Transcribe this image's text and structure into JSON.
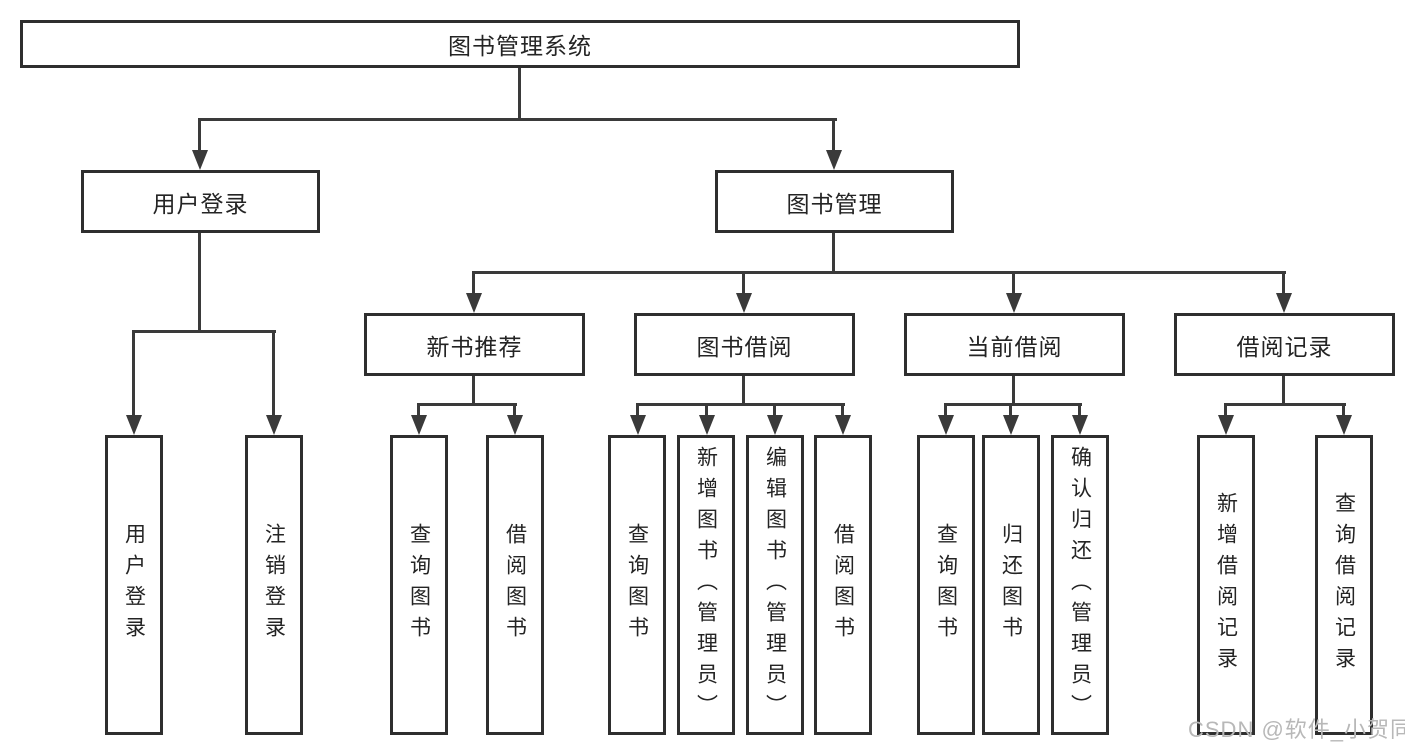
{
  "diagram": {
    "root": "图书管理系统",
    "level2": {
      "user_login": "用户登录",
      "book_management": "图书管理"
    },
    "level3": {
      "new_books": "新书推荐",
      "book_borrowing": "图书借阅",
      "current_borrowing": "当前借阅",
      "borrowing_records": "借阅记录"
    },
    "leaves": {
      "user_login": [
        "用户登录",
        "注销登录"
      ],
      "new_books": [
        "查询图书",
        "借阅图书"
      ],
      "book_borrowing": [
        "查询图书",
        "新增图书（管理员）",
        "编辑图书（管理员）",
        "借阅图书"
      ],
      "current_borrowing": [
        "查询图书",
        "归还图书",
        "确认归还（管理员）"
      ],
      "borrowing_records": [
        "新增借阅记录",
        "查询借阅记录"
      ]
    }
  },
  "watermark": {
    "text": "CSDN @软件_小贺同学"
  },
  "colors": {
    "line": "#3a3a3a",
    "box_border": "#2e2e2e",
    "text": "#242424",
    "watermark": "#b8b8b8",
    "background": "#ffffff"
  }
}
